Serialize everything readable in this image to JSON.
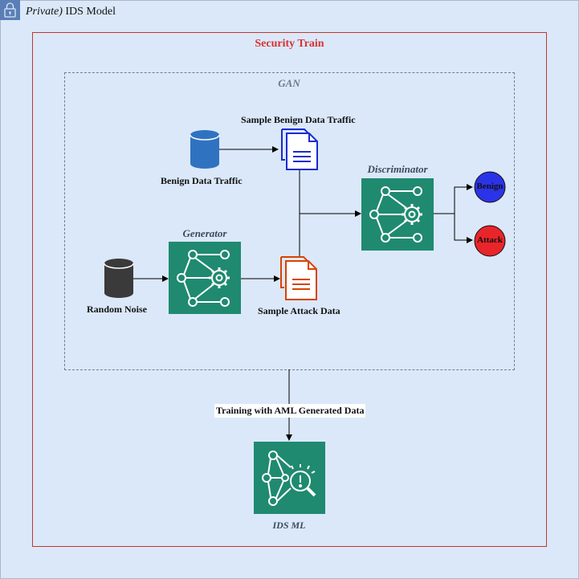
{
  "header": {
    "prefix": "Private)",
    "title": "IDS Model"
  },
  "containers": {
    "security_train": "Security Train",
    "gan": "GAN"
  },
  "nodes": {
    "benign_data_traffic": "Benign Data Traffic",
    "sample_benign_data_traffic": "Sample Benign Data Traffic",
    "discriminator": "Discriminator",
    "generator": "Generator",
    "random_noise": "Random Noise",
    "sample_attack_data": "Sample Attack Data",
    "benign": "Benign",
    "attack": "Attack",
    "ids_ml": "IDS ML"
  },
  "edges": {
    "training_label": "Training with AML Generated Data"
  },
  "colors": {
    "background": "#dbe8f9",
    "security_border": "#c0392b",
    "security_title": "#d93030",
    "ml_teal": "#1f8a70",
    "database": "#2f73c0",
    "database_dark": "#3a3a3a",
    "doc_blue": "#1a2bd0",
    "doc_orange": "#d84300",
    "benign_circle": "#2b33e8",
    "attack_circle": "#e8252a"
  },
  "icons": {
    "lock": "lock-icon",
    "database_blue": "database-icon",
    "database_dark": "database-icon",
    "document_blue": "document-icon",
    "document_orange": "document-icon",
    "ml_network": "neural-network-gear-icon",
    "ml_inspect": "neural-network-inspect-icon"
  }
}
